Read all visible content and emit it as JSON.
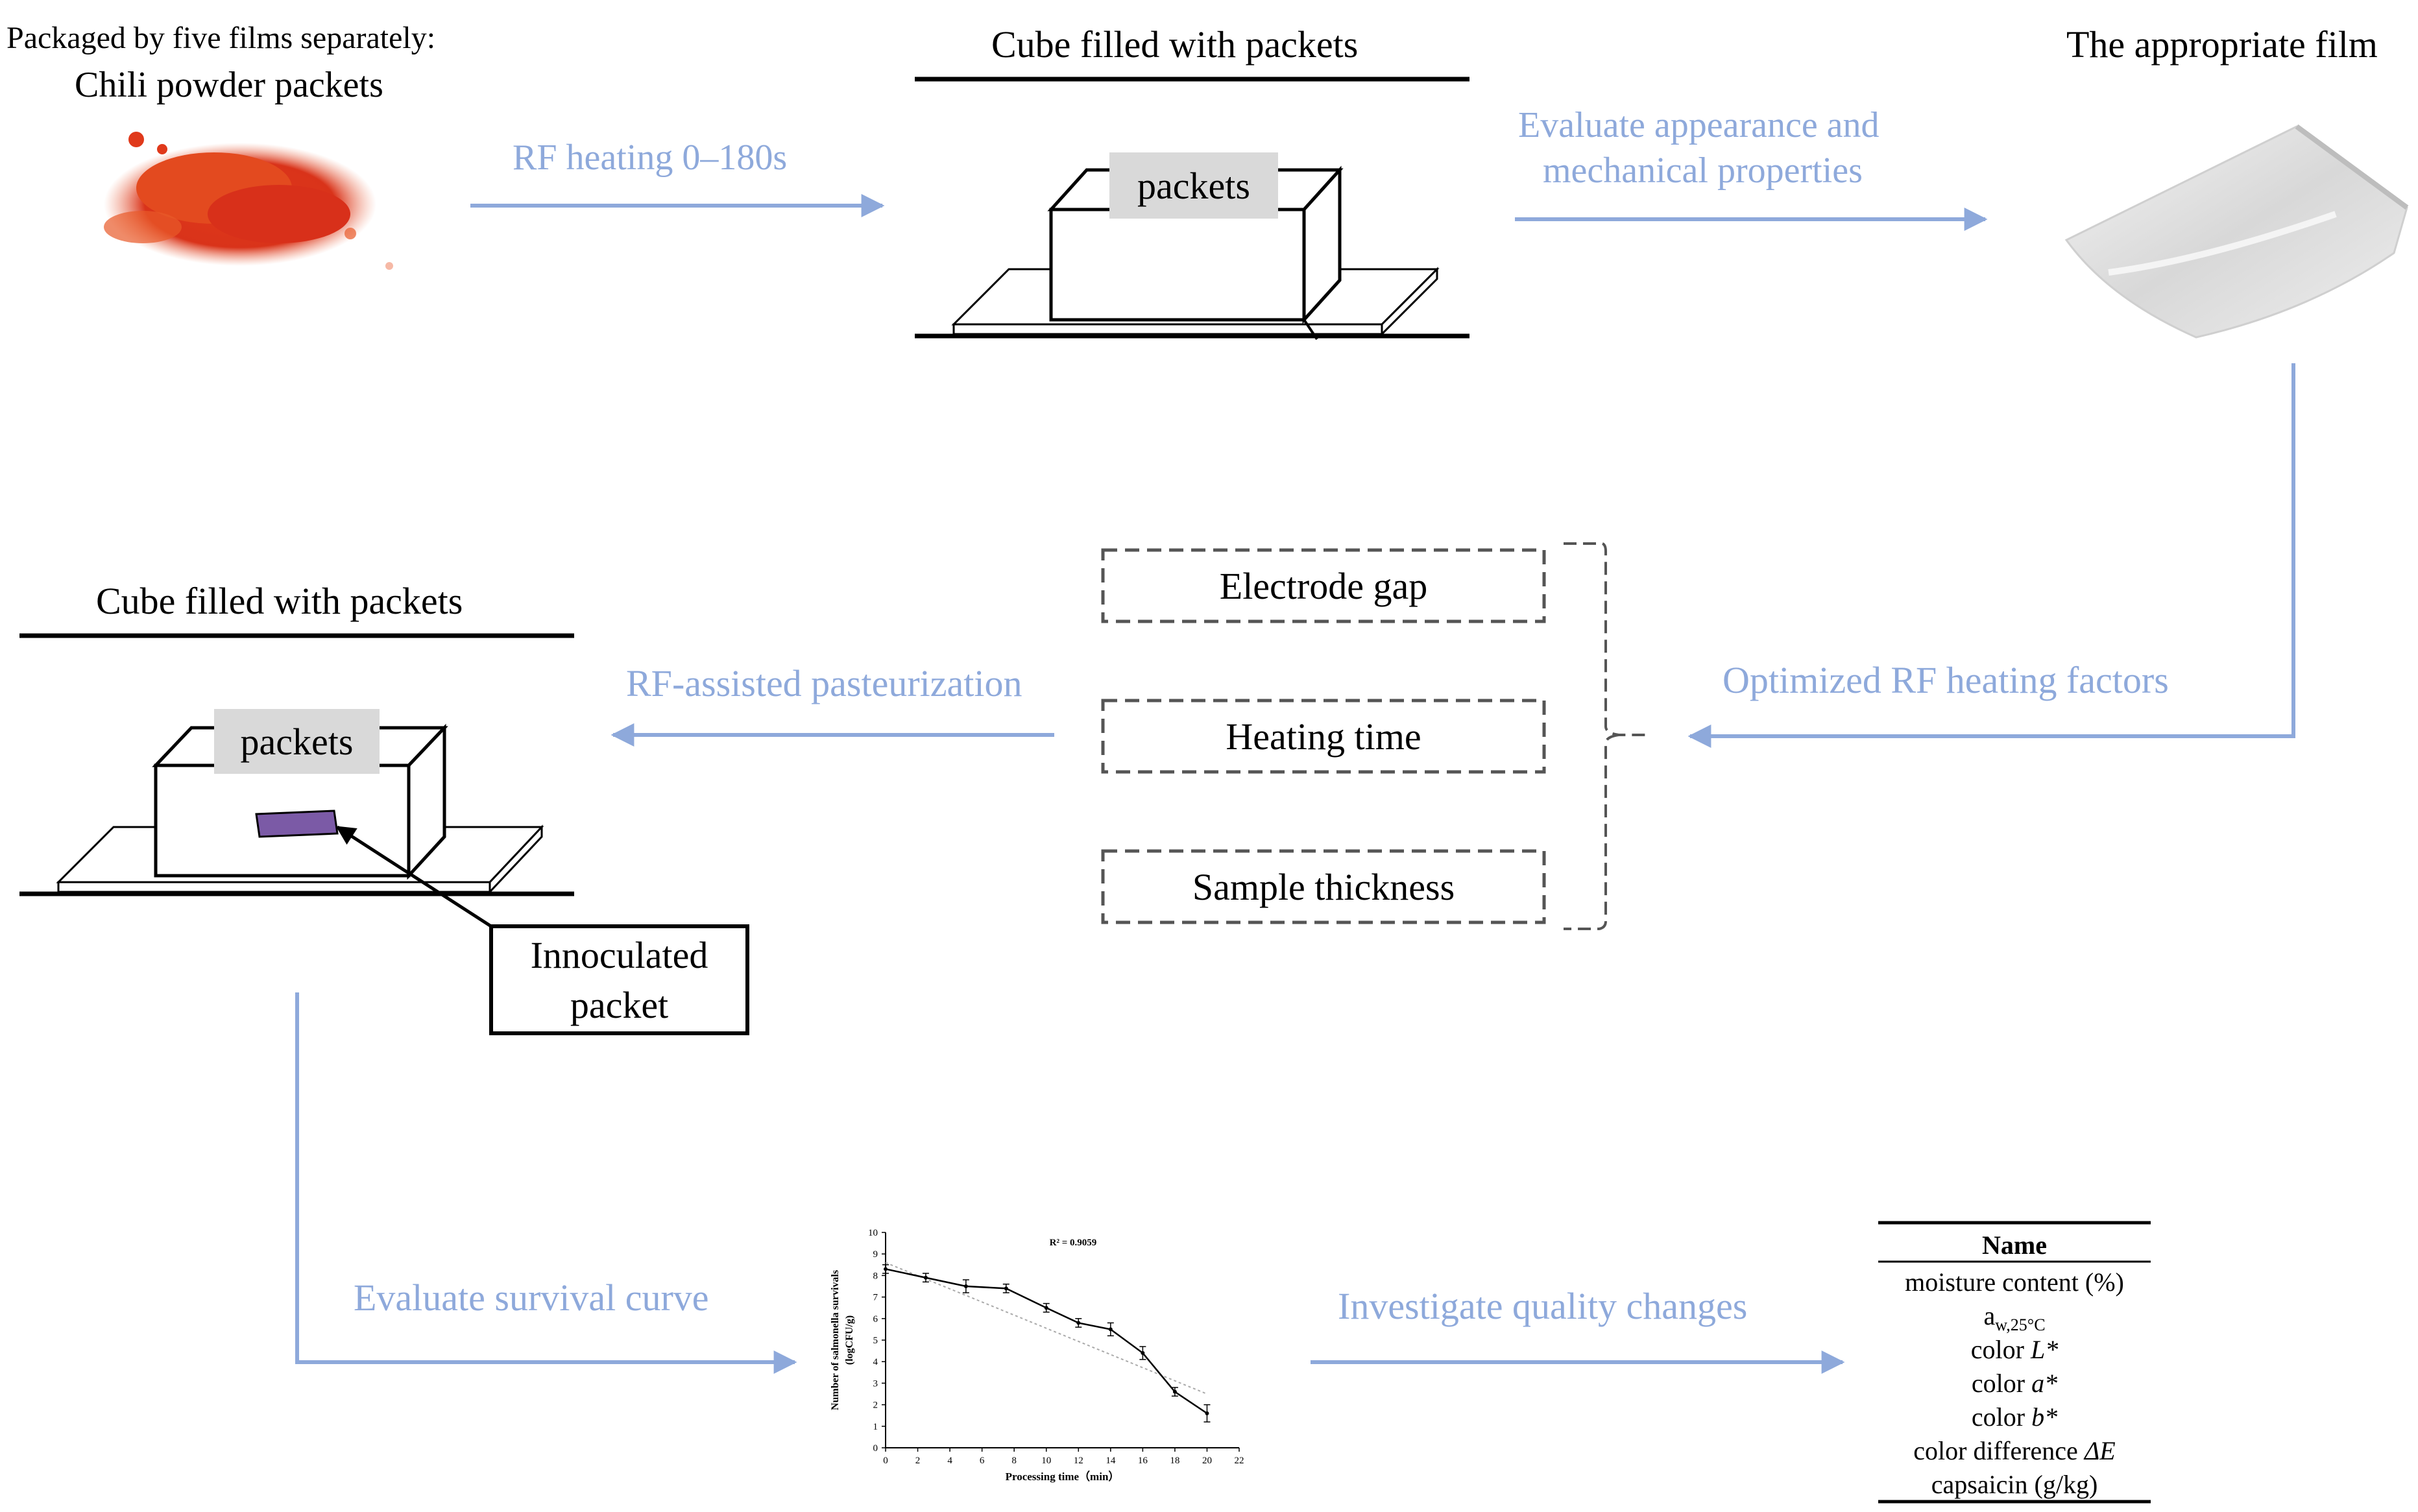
{
  "stage1": {
    "caption_line1": "Packaged by five films separately:",
    "caption_line2": "Chili powder packets"
  },
  "arrow_rf_heating": "RF heating 0–180s",
  "stage2": {
    "title": "Cube filled with packets",
    "box_label": "packets"
  },
  "arrow_evaluate": {
    "line1": "Evaluate appearance and",
    "line2": "mechanical properties"
  },
  "stage3": {
    "title": "The appropriate film"
  },
  "arrow_optimized": "Optimized  RF heating factors",
  "factors": [
    "Electrode gap",
    "Heating time",
    "Sample thickness"
  ],
  "arrow_pasteurization": "RF-assisted pasteurization",
  "stage4": {
    "title": "Cube filled with packets",
    "box_label": "packets",
    "inoculated_line1": "Innoculated",
    "inoculated_line2": "packet"
  },
  "arrow_survival": "Evaluate survival curve",
  "arrow_quality": "Investigate quality changes",
  "quality_table": {
    "header": "Name",
    "rows": [
      "moisture content (%)",
      "a",
      "color ",
      "color ",
      "color ",
      "color difference ",
      "capsaicin (g/kg)"
    ],
    "aw_subscript": "w,25°C",
    "color_L": "L*",
    "color_a": "a*",
    "color_b": "b*",
    "delta_e": "ΔE"
  },
  "colors": {
    "arrow": "#8ea9db",
    "chili": "#e0391b",
    "inoculated_packet": "#7b5aa6",
    "packet_box": "#d9d9d9"
  },
  "chart_data": {
    "type": "line",
    "xlabel": "Processing time（min）",
    "ylabel_line1": "Number of salmonella survivals",
    "ylabel_line2": "(logCFU/g)",
    "annotation": "R² = 0.9059",
    "x_ticks": [
      0,
      2,
      4,
      6,
      8,
      10,
      12,
      14,
      16,
      18,
      20,
      22
    ],
    "y_ticks": [
      0,
      1,
      2,
      3,
      4,
      5,
      6,
      7,
      8,
      9,
      10
    ],
    "xlim": [
      0,
      22
    ],
    "ylim": [
      0,
      10
    ],
    "series": [
      {
        "x": [
          0,
          2.5,
          5,
          7.5,
          10,
          12,
          14,
          16,
          18,
          20
        ],
        "y": [
          8.3,
          7.9,
          7.5,
          7.4,
          6.5,
          5.8,
          5.5,
          4.4,
          2.6,
          1.6
        ],
        "err": [
          0.2,
          0.2,
          0.3,
          0.2,
          0.2,
          0.2,
          0.3,
          0.3,
          0.2,
          0.4
        ]
      }
    ],
    "trendline": {
      "x": [
        0,
        20
      ],
      "y": [
        8.6,
        2.5
      ]
    }
  }
}
